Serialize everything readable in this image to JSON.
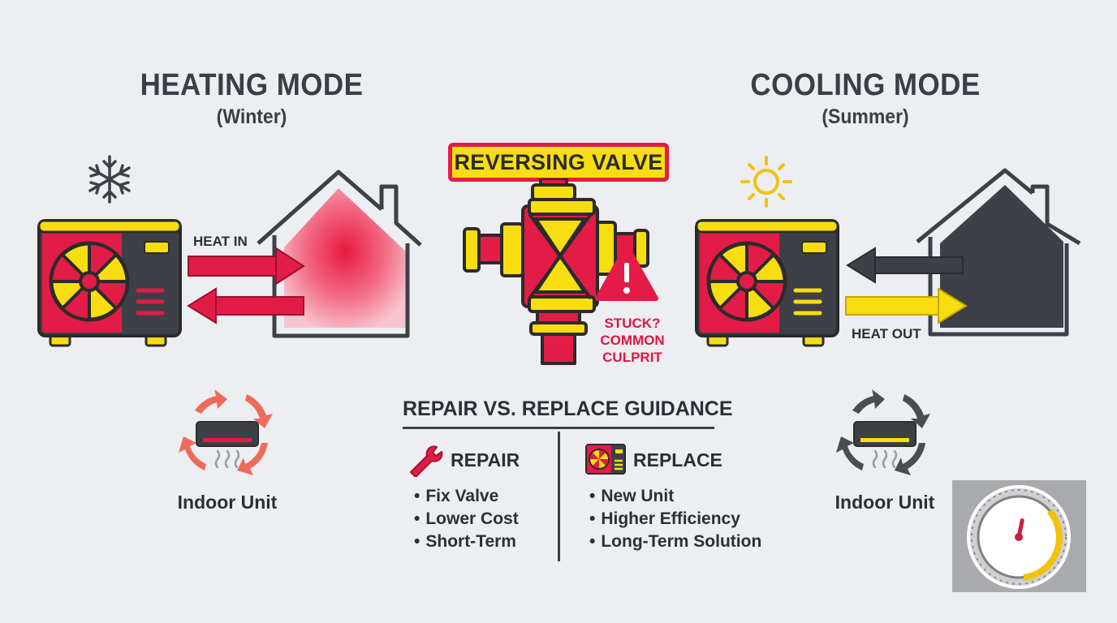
{
  "heating": {
    "title": "HEATING MODE",
    "subtitle": "(Winter)",
    "arrow_label": "HEAT IN",
    "indoor_label": "Indoor Unit",
    "icon": "snowflake-icon"
  },
  "cooling": {
    "title": "COOLING MODE",
    "subtitle": "(Summer)",
    "arrow_label": "HEAT OUT",
    "indoor_label": "Indoor Unit",
    "icon": "sun-icon"
  },
  "valve": {
    "title": "REVERSING VALVE",
    "warning_lines": [
      "STUCK?",
      "COMMON",
      "CULPRIT"
    ]
  },
  "guidance": {
    "title": "REPAIR VS. REPLACE GUIDANCE",
    "repair": {
      "heading": "REPAIR",
      "icon": "wrench-icon",
      "items": [
        "Fix Valve",
        "Lower Cost",
        "Short-Term"
      ]
    },
    "replace": {
      "heading": "REPLACE",
      "icon": "heat-pump-icon",
      "items": [
        "New Unit",
        "Higher Efficiency",
        "Long-Term Solution"
      ]
    }
  },
  "colors": {
    "red": "#e21c47",
    "yellow": "#f8dd10",
    "dark": "#3d4046",
    "background": "#eceef2"
  }
}
